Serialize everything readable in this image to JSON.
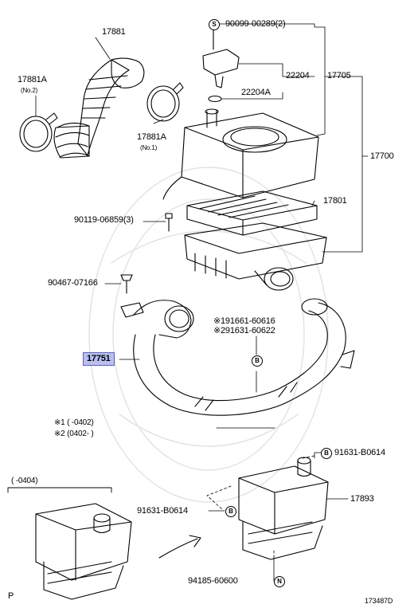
{
  "parts": {
    "p17881": "17881",
    "p17881A_left": "17881A",
    "p17881A_left_note": "(No.2)",
    "p17881A_mid": "17881A",
    "p17881A_mid_note": "(No.1)",
    "p90099": "90099-00289(2)",
    "p22204": "22204",
    "p22204A": "22204A",
    "p17705": "17705",
    "p17700": "17700",
    "p17801": "17801",
    "p90119": "90119-06859(3)",
    "p90467": "90467-07166",
    "p17751": "17751",
    "p191661": "※191661-60616",
    "p291631": "※291631-60622",
    "p91631_right": "91631-B0614",
    "p91631_left": "91631-B0614",
    "p17893": "17893",
    "p94185": "94185-60600"
  },
  "notes": {
    "n1": "※1 (      -0402)",
    "n2": "※2 (0402-       )",
    "bracket": "(    -0404)"
  },
  "badges": {
    "s": "S",
    "b": "B",
    "n": "N"
  },
  "corner": {
    "p": "P",
    "code": "173487D"
  },
  "highlight_color": "#b9bff0"
}
